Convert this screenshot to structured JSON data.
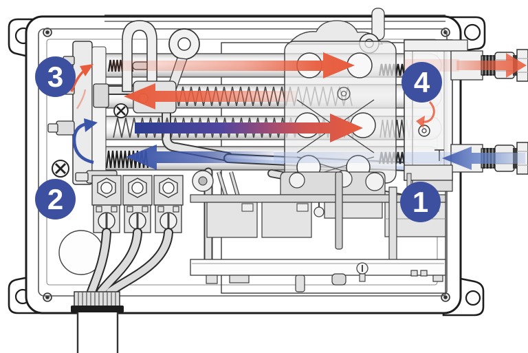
{
  "badges": [
    {
      "label": "1"
    },
    {
      "label": "2"
    },
    {
      "label": "3"
    },
    {
      "label": "4"
    }
  ],
  "colors": {
    "hot": "#e85c3d",
    "hot-soft": "#f4a78f",
    "cold": "#3a54a8",
    "cold-deep": "#2c3e91",
    "cold-soft": "#9db4e4",
    "badge": "#3d4f9f",
    "line": "#2b2b2b"
  },
  "flows": {
    "cold_inlet": {
      "icon": "arrow-left-icon",
      "color_ref": "cold",
      "position": "bottom-right-fitting"
    },
    "hot_outlet": {
      "icon": "arrow-right-icon",
      "color_ref": "hot",
      "position": "top-right-fitting"
    },
    "tube_top": {
      "icon": "arrow-right-icon",
      "color_ref": "hot"
    },
    "tube_second": {
      "icon": "arrow-left-icon",
      "color_ref": "hot"
    },
    "tube_third": {
      "icon": "arrow-gradient-icon",
      "color_ref": "cold-to-hot"
    },
    "tube_bottom": {
      "icon": "arrow-left-icon",
      "color_ref": "cold"
    }
  }
}
